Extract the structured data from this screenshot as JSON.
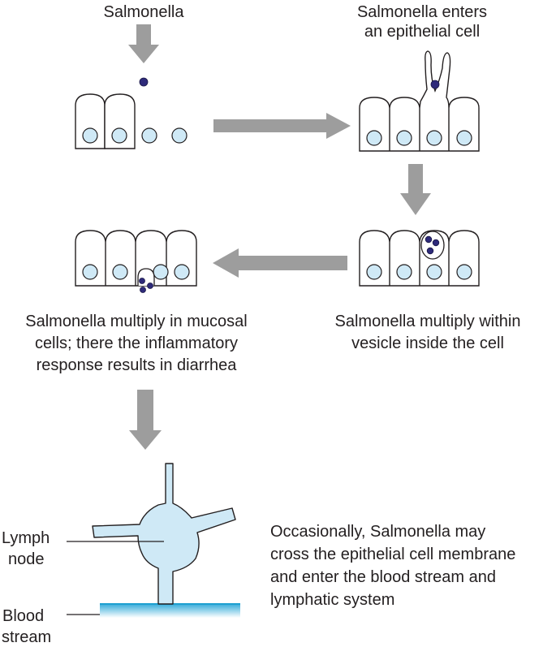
{
  "labels": {
    "salmonella": "Salmonella",
    "enters_line1": "Salmonella enters",
    "enters_line2": "an epithelial cell",
    "mucosal_line1": "Salmonella multiply in mucosal",
    "mucosal_line2": "cells; there the inflammatory",
    "mucosal_line3": "response results in diarrhea",
    "vesicle_line1": "Salmonella multiply within",
    "vesicle_line2": "vesicle inside the cell",
    "lymph_line1": "Lymph",
    "lymph_line2": "node",
    "blood_line1": "Blood",
    "blood_line2": "stream",
    "occasionally_line1": "Occasionally, Salmonella may",
    "occasionally_line2": "cross the epithelial cell membrane",
    "occasionally_line3": "and enter the blood stream and",
    "occasionally_line4": "lymphatic system"
  },
  "colors": {
    "arrow": "#9d9d9d",
    "nucleus": "#cfe9f6",
    "bacterium": "#2e2a7a",
    "lymph_node": "#cfe9f6",
    "blood_top": "#2aa7d8",
    "blood_bottom": "#ffffff"
  }
}
